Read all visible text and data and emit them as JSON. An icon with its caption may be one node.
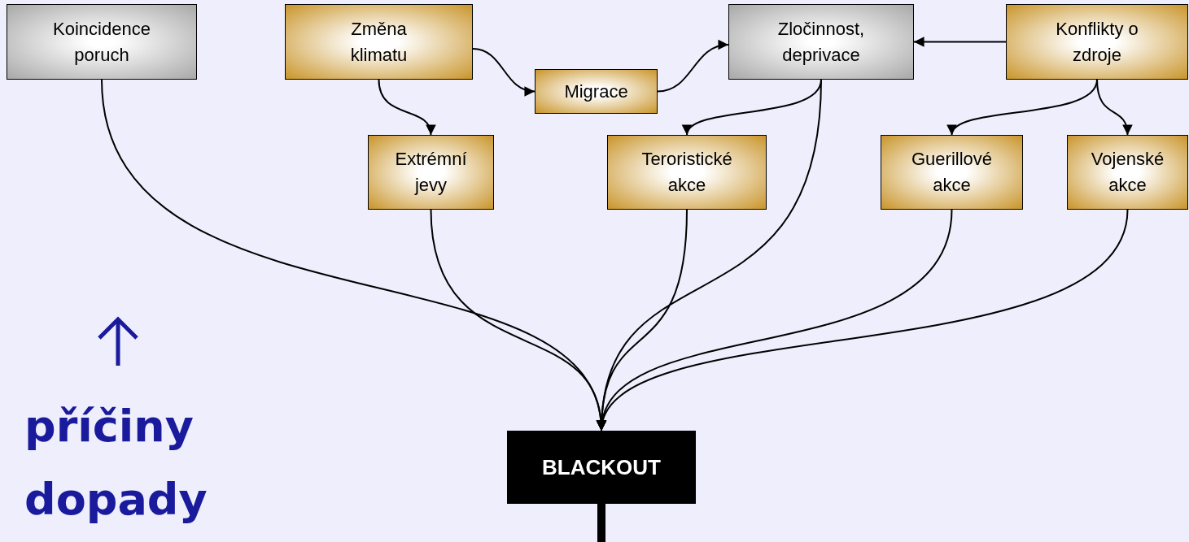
{
  "diagram": {
    "nodes": [
      {
        "text": [
          "Koincidence poruch"
        ]
      },
      {
        "text": [
          "Změna klimatu"
        ]
      },
      {
        "text": [
          "Zločinnost, deprivace"
        ]
      },
      {
        "text": [
          "Konflikty o zdroje"
        ]
      },
      {
        "text": [
          "Migrace"
        ]
      },
      {
        "text": [
          "Extrémní jevy"
        ]
      },
      {
        "text": [
          "Teroristické akce"
        ]
      },
      {
        "text": [
          "Guerillové akce"
        ]
      },
      {
        "text": [
          "Vojenské akce"
        ]
      },
      {
        "text": [
          "BLACKOUT"
        ]
      }
    ],
    "edges": [
      {
        "from": 1,
        "to": 4,
        "arrow": "to"
      },
      {
        "from": 4,
        "to": 2,
        "arrow": "to"
      },
      {
        "from": 3,
        "to": 2,
        "arrow": "to"
      },
      {
        "from": 1,
        "to": 5,
        "arrow": "to"
      },
      {
        "from": 2,
        "to": 6,
        "arrow": "to"
      },
      {
        "from": 3,
        "to": 7,
        "arrow": "to"
      },
      {
        "from": 3,
        "to": 8,
        "arrow": "to"
      },
      {
        "from": 0,
        "to": 9,
        "arrow": "to"
      },
      {
        "from": 5,
        "to": 9,
        "arrow": "to"
      },
      {
        "from": 6,
        "to": 9,
        "arrow": "to"
      },
      {
        "from": 2,
        "to": 9,
        "arrow": "to"
      },
      {
        "from": 7,
        "to": 9,
        "arrow": "to"
      },
      {
        "from": 8,
        "to": 9,
        "arrow": "to"
      },
      {
        "from": 9,
        "to": null,
        "arrow": "none",
        "style": "thick"
      }
    ],
    "labels": [
      "příčiny",
      "dopady"
    ]
  }
}
